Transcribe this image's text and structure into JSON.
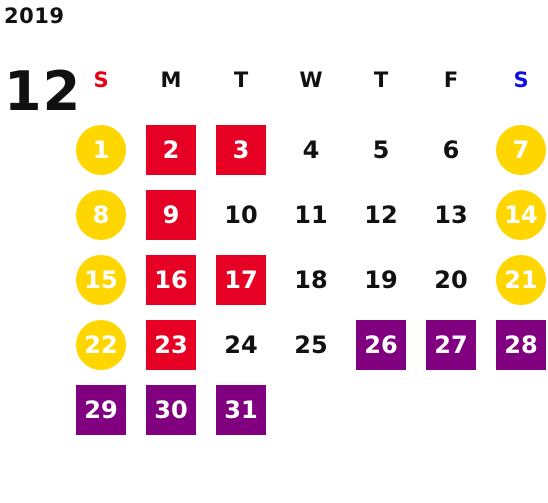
{
  "calendar": {
    "year": "2019",
    "month": "12",
    "weekdays": [
      "S",
      "M",
      "T",
      "W",
      "T",
      "F",
      "S"
    ],
    "days": [
      {
        "label": "1",
        "style": "yellow"
      },
      {
        "label": "2",
        "style": "red"
      },
      {
        "label": "3",
        "style": "red"
      },
      {
        "label": "4",
        "style": "plain"
      },
      {
        "label": "5",
        "style": "plain"
      },
      {
        "label": "6",
        "style": "plain"
      },
      {
        "label": "7",
        "style": "yellow"
      },
      {
        "label": "8",
        "style": "yellow"
      },
      {
        "label": "9",
        "style": "red"
      },
      {
        "label": "10",
        "style": "plain"
      },
      {
        "label": "11",
        "style": "plain"
      },
      {
        "label": "12",
        "style": "plain"
      },
      {
        "label": "13",
        "style": "plain"
      },
      {
        "label": "14",
        "style": "yellow"
      },
      {
        "label": "15",
        "style": "yellow"
      },
      {
        "label": "16",
        "style": "red"
      },
      {
        "label": "17",
        "style": "red"
      },
      {
        "label": "18",
        "style": "plain"
      },
      {
        "label": "19",
        "style": "plain"
      },
      {
        "label": "20",
        "style": "plain"
      },
      {
        "label": "21",
        "style": "yellow"
      },
      {
        "label": "22",
        "style": "yellow"
      },
      {
        "label": "23",
        "style": "red"
      },
      {
        "label": "24",
        "style": "plain"
      },
      {
        "label": "25",
        "style": "plain"
      },
      {
        "label": "26",
        "style": "purple"
      },
      {
        "label": "27",
        "style": "purple"
      },
      {
        "label": "28",
        "style": "purple"
      },
      {
        "label": "29",
        "style": "purple"
      },
      {
        "label": "30",
        "style": "purple"
      },
      {
        "label": "31",
        "style": "purple"
      }
    ]
  },
  "colors": {
    "sunday_header": "#e60012",
    "saturday_header": "#1010e0",
    "weekend_circle": "#ffd600",
    "red_square": "#e60023",
    "purple_square": "#800080"
  }
}
